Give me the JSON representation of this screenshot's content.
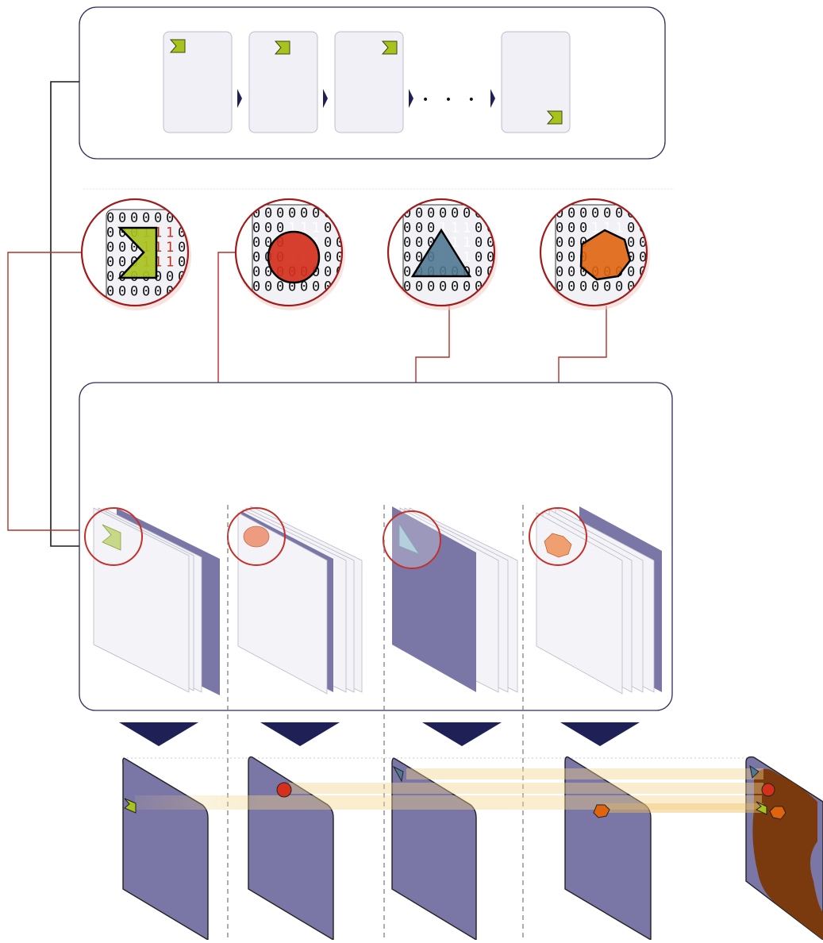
{
  "sequence": {
    "ellipsis": "• • •"
  },
  "binary_patterns": {
    "rows": [
      "000000000",
      "000111000",
      "000111000",
      "000111000",
      "000000000",
      "000000000"
    ],
    "zero": "0",
    "one": "1"
  },
  "shapes": [
    {
      "name": "chevron",
      "icon": "chevron-flag-icon",
      "color": "#a8c31e"
    },
    {
      "name": "circle",
      "icon": "circle-icon",
      "color": "#d4301c"
    },
    {
      "name": "triangle",
      "icon": "triangle-icon",
      "color": "#4f7891"
    },
    {
      "name": "heptagon",
      "icon": "heptagon-icon",
      "color": "#e0640e"
    }
  ],
  "colors": {
    "frame_border": "#2b2d5c",
    "arrow": "#1e2056",
    "sheet_purple": "#7a76a6",
    "connector_red": "#b5312a",
    "connector_black": "#1a1a1a",
    "highlight_band": "#f2d48a",
    "composite_fill": "#7a3a0e"
  }
}
